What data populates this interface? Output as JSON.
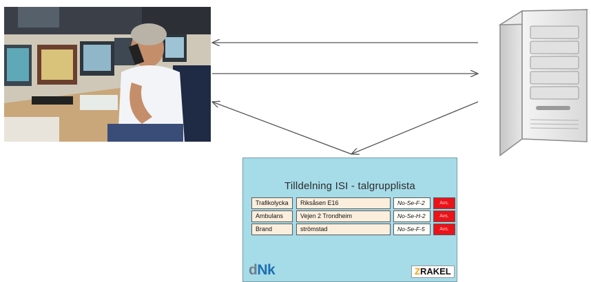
{
  "panel": {
    "title": "Tilldelning  ISI - talgrupplista",
    "rows": [
      {
        "type": "Trafikolycka",
        "place": "Riksåsen E16",
        "code": "No-Se-F-2",
        "action": "Avs."
      },
      {
        "type": "Ambulans",
        "place": "Vejen 2 Trondheim",
        "code": "No-Se-H-2",
        "action": "Avs."
      },
      {
        "type": "Brand",
        "place": "strömstad",
        "code": "No-Se-F-5",
        "action": "Avs."
      }
    ],
    "logo_left": {
      "first": "d",
      "rest": "Nk"
    },
    "logo_right": {
      "mark": "Z",
      "word": "RAKEL"
    }
  },
  "colors": {
    "panel_bg": "#a6dbe8",
    "cell_bg": "#fbeedd",
    "button_red": "#e8141a",
    "arrow": "#555555"
  },
  "icons": [
    "operator-photo",
    "server-icon"
  ]
}
